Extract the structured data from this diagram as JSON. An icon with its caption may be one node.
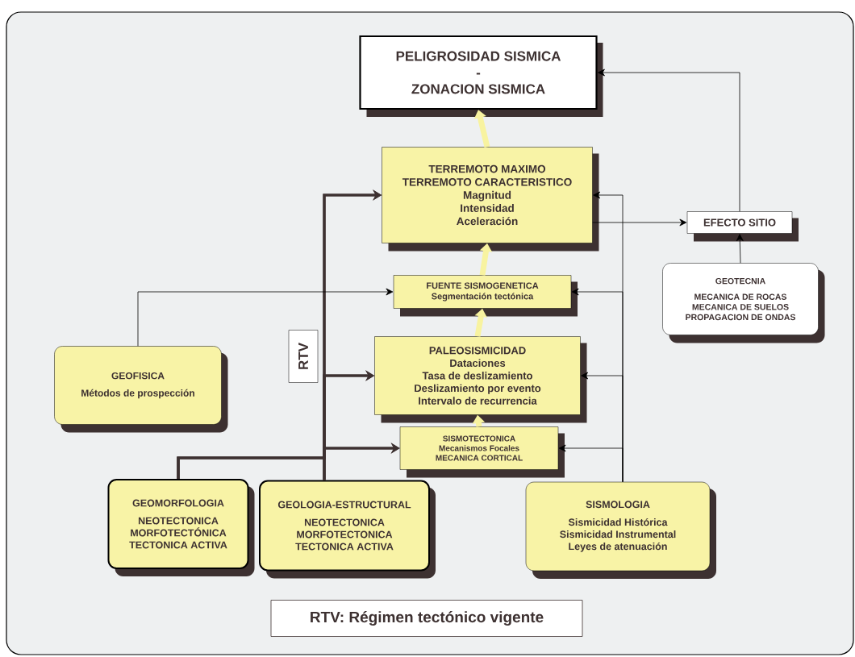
{
  "diagram": {
    "nodes": [
      {
        "text": [
          "PELIGROSIDAD SISMICA",
          "-",
          "ZONACION SISMICA"
        ]
      },
      {
        "text": [
          "TERREMOTO MAXIMO",
          "TERREMOTO CARACTERISTICO",
          "Magnitud",
          "Intensidad",
          "Aceleración"
        ]
      },
      {
        "text": [
          "FUENTE SISMOGENETICA",
          "Segmentación tectónica"
        ]
      },
      {
        "text": [
          "PALEOSISMICIDAD",
          "Dataciones",
          "Tasa de deslizamiento",
          "Deslizamiento por evento",
          "Intervalo de recurrencia"
        ]
      },
      {
        "text": [
          "SISMOTECTONICA",
          "Mecanismos Focales",
          "MECANICA CORTICAL"
        ]
      },
      {
        "text": [
          "EFECTO SITIO"
        ]
      },
      {
        "text": [
          "GEOTECNIA",
          "MECANICA DE ROCAS",
          "MECANICA DE SUELOS",
          "PROPAGACION DE ONDAS"
        ]
      },
      {
        "text": [
          "GEOFISICA",
          "Métodos de prospección"
        ]
      },
      {
        "text": [
          "RTV"
        ]
      },
      {
        "text": [
          "GEOMORFOLOGIA",
          "NEOTECTONICA",
          "MORFOTECTÓNICA",
          "TECTONICA ACTIVA"
        ]
      },
      {
        "text": [
          "GEOLOGIA-ESTRUCTURAL",
          "NEOTECTONICA",
          "MORFOTECTONICA",
          "TECTONICA ACTIVA"
        ]
      },
      {
        "text": [
          "SISMOLOGIA",
          "Sismicidad Histórica",
          "Sismicidad Instrumental",
          "Leyes de atenuación"
        ]
      }
    ],
    "edges": [
      {
        "from": 1,
        "to": 0,
        "arrow": "to",
        "style": "thick",
        "color": "#f8f3a0"
      },
      {
        "from": 2,
        "to": 1,
        "arrow": "to",
        "style": "thick",
        "color": "#f8f3a0"
      },
      {
        "from": 3,
        "to": 2,
        "arrow": "to",
        "style": "thick",
        "color": "#f8f3a0"
      },
      {
        "from": 4,
        "to": 3,
        "arrow": "to",
        "style": "thick",
        "color": "#f8f3a0"
      },
      {
        "from": 9,
        "to": 1,
        "arrow": "to",
        "color": "#3d3131"
      },
      {
        "from": 9,
        "to": 3,
        "arrow": "to",
        "color": "#3d3131"
      },
      {
        "from": 9,
        "to": 4,
        "arrow": "to",
        "color": "#3d3131"
      },
      {
        "from": 10,
        "to": 1,
        "arrow": "to",
        "color": "#3d3131"
      },
      {
        "from": 10,
        "to": 3,
        "arrow": "to",
        "color": "#3d3131"
      },
      {
        "from": 10,
        "to": 4,
        "arrow": "to",
        "color": "#3d3131"
      },
      {
        "from": 7,
        "to": 2,
        "arrow": "to"
      },
      {
        "from": 11,
        "to": 1,
        "arrow": "to"
      },
      {
        "from": 11,
        "to": 2,
        "arrow": "to"
      },
      {
        "from": 11,
        "to": 3,
        "arrow": "to"
      },
      {
        "from": 11,
        "to": 4,
        "arrow": "to"
      },
      {
        "from": 1,
        "to": 5,
        "arrow": "to"
      },
      {
        "from": 6,
        "to": 5,
        "arrow": "to"
      },
      {
        "from": 5,
        "to": 0,
        "arrow": "to"
      }
    ],
    "labels": [
      "RTV: Régimen tectónico vigente"
    ]
  }
}
